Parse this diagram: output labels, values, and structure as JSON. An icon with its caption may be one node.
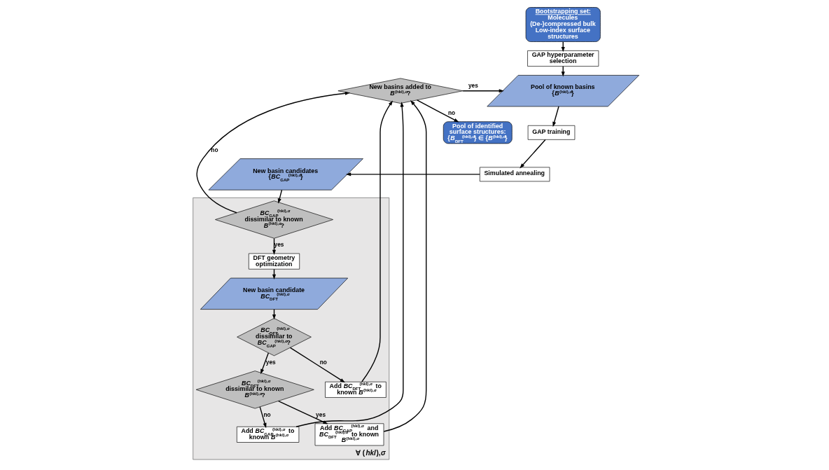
{
  "diagram": {
    "nodes": [
      {
        "text": [
          "Bootstrapping set:",
          "Molecules",
          "(De-)compressed bulk",
          "Low-index surface structures"
        ]
      },
      {
        "text": [
          "GAP hyperparameter selection"
        ]
      },
      {
        "text": [
          "Pool of known basins {*B*$^{(hkl),σ}$}"
        ]
      },
      {
        "text": [
          "GAP training"
        ]
      },
      {
        "text": [
          "Simulated annealing"
        ]
      },
      {
        "text": [
          "New basin candidates {*BC*$_{GAP}$$^{(hkl),σ}$}"
        ]
      },
      {
        "text": [
          "New basins added to *B*$^{(hkl),σ}$?"
        ]
      },
      {
        "text": [
          "Pool of identified surface structures:",
          "{*B*$_{DFT}$$^{(hkl),σ}$} ∈ {*B*$^{(hkl),σ}$}"
        ]
      },
      {
        "text": [
          "∀ (*hkl*),*σ*"
        ]
      },
      {
        "text": [
          "*BC*$_{GAP}$$^{(hkl),σ}$ dissimilar to known *B*$^{(hkl),σ}$?"
        ],
        "in": 8
      },
      {
        "text": [
          "DFT geometry optimization"
        ],
        "in": 8
      },
      {
        "text": [
          "New basin candidate *BC*$_{DFT}$$^{(hkl),σ}$"
        ],
        "in": 8
      },
      {
        "text": [
          "*BC*$_{DFT}$$^{(hkl),σ}$ dissimilar to *BC*$_{GAP}$$^{(hkl),σ}$?"
        ],
        "in": 8
      },
      {
        "text": [
          "Add *BC*$_{DFT}$$^{(hkl),σ}$ to known *B*$^{(hkl),σ}$"
        ],
        "in": 8
      },
      {
        "text": [
          "*BC*$_{DFT}$$^{(hkl),σ}$ dissimilar to known *B*$^{(hkl),σ}$?"
        ],
        "in": 8
      },
      {
        "text": [
          "Add *BC*$_{GAP}$$^{(hkl),σ}$ to known *B*$^{(hkl),σ}$"
        ],
        "in": 8
      },
      {
        "text": [
          "Add *BC*$_{GAP}$$^{(hkl),σ}$ and *BC*$_{DFT}$$^{(hkl),σ}$ to known *B*$^{(hkl),σ}$"
        ],
        "in": 8
      }
    ],
    "edges": [
      {
        "from": 0,
        "to": 1,
        "arrow": "to"
      },
      {
        "from": 1,
        "to": 2,
        "arrow": "to"
      },
      {
        "from": 2,
        "to": 3,
        "arrow": "to"
      },
      {
        "from": 3,
        "to": 4,
        "arrow": "to"
      },
      {
        "from": 4,
        "to": 5,
        "arrow": "to"
      },
      {
        "from": 5,
        "to": 9,
        "arrow": "to"
      },
      {
        "from": 9,
        "to": 10,
        "arrow": "to",
        "label": "yes"
      },
      {
        "from": 10,
        "to": 11,
        "arrow": "to"
      },
      {
        "from": 11,
        "to": 12,
        "arrow": "to"
      },
      {
        "from": 12,
        "to": 13,
        "arrow": "to",
        "label": "no"
      },
      {
        "from": 12,
        "to": 14,
        "arrow": "to",
        "label": "yes"
      },
      {
        "from": 14,
        "to": 15,
        "arrow": "to",
        "label": "no"
      },
      {
        "from": 14,
        "to": 16,
        "arrow": "to",
        "label": "yes"
      },
      {
        "from": 9,
        "to": 6,
        "arrow": "to",
        "label": "no"
      },
      {
        "from": 13,
        "to": 6,
        "arrow": "to"
      },
      {
        "from": 15,
        "to": 6,
        "arrow": "to"
      },
      {
        "from": 16,
        "to": 6,
        "arrow": "to"
      },
      {
        "from": 6,
        "to": 2,
        "arrow": "to",
        "label": "yes"
      },
      {
        "from": 6,
        "to": 7,
        "arrow": "to",
        "label": "no"
      }
    ]
  }
}
